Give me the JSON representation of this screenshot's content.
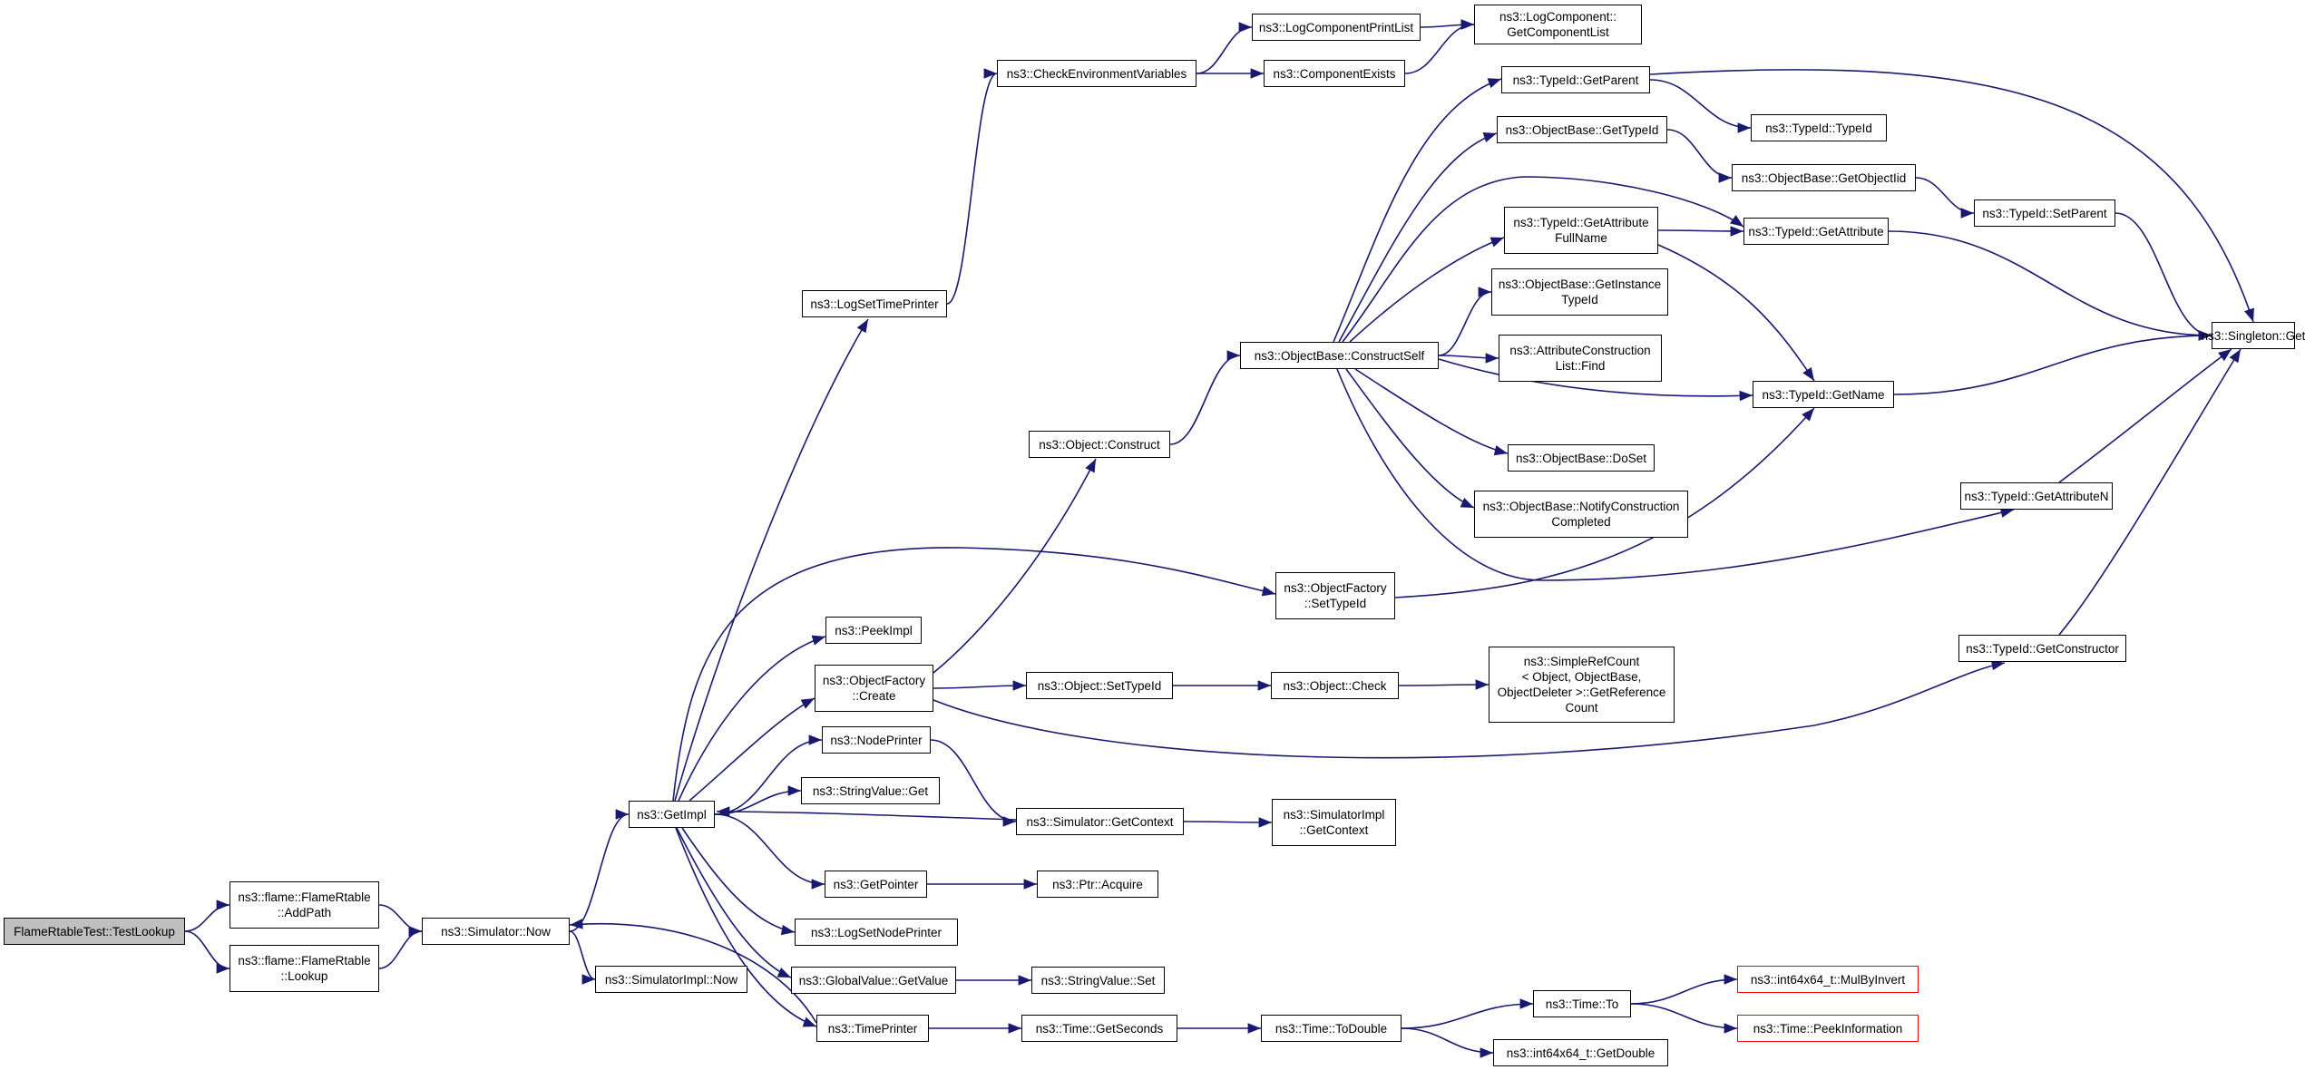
{
  "colors": {
    "edge": "#191970",
    "node_border": "#000000",
    "root_fill": "#bfbfbf",
    "external_border": "#ff0000"
  },
  "nodes": [
    {
      "id": "root",
      "label": "FlameRtableTest::TestLookup",
      "kind": "root"
    },
    {
      "id": "addpath",
      "label": "ns3::flame::FlameRtable\n::AddPath"
    },
    {
      "id": "lookup",
      "label": "ns3::flame::FlameRtable\n::Lookup"
    },
    {
      "id": "simnow",
      "label": "ns3::Simulator::Now"
    },
    {
      "id": "simimplnow",
      "label": "ns3::SimulatorImpl::Now"
    },
    {
      "id": "getimpl",
      "label": "ns3::GetImpl"
    },
    {
      "id": "logsettp",
      "label": "ns3::LogSetTimePrinter"
    },
    {
      "id": "checkenv",
      "label": "ns3::CheckEnvironmentVariables"
    },
    {
      "id": "logcpl",
      "label": "ns3::LogComponentPrintList"
    },
    {
      "id": "compexists",
      "label": "ns3::ComponentExists"
    },
    {
      "id": "getcomplist",
      "label": "ns3::LogComponent::\nGetComponentList"
    },
    {
      "id": "peekimpl",
      "label": "ns3::PeekImpl"
    },
    {
      "id": "ofcreate",
      "label": "ns3::ObjectFactory\n::Create"
    },
    {
      "id": "nodeprinter",
      "label": "ns3::NodePrinter"
    },
    {
      "id": "strvalget",
      "label": "ns3::StringValue::Get"
    },
    {
      "id": "getpointer",
      "label": "ns3::GetPointer"
    },
    {
      "id": "logsetnp",
      "label": "ns3::LogSetNodePrinter"
    },
    {
      "id": "gvgetvalue",
      "label": "ns3::GlobalValue::GetValue"
    },
    {
      "id": "timeprinter",
      "label": "ns3::TimePrinter"
    },
    {
      "id": "objconstruct",
      "label": "ns3::Object::Construct"
    },
    {
      "id": "objsettypeid",
      "label": "ns3::Object::SetTypeId"
    },
    {
      "id": "simgetctx",
      "label": "ns3::Simulator::GetContext"
    },
    {
      "id": "ptracquire",
      "label": "ns3::Ptr::Acquire"
    },
    {
      "id": "strvalset",
      "label": "ns3::StringValue::Set"
    },
    {
      "id": "timegetsec",
      "label": "ns3::Time::GetSeconds"
    },
    {
      "id": "obconstructself",
      "label": "ns3::ObjectBase::ConstructSelf"
    },
    {
      "id": "ofsettypeid",
      "label": "ns3::ObjectFactory\n::SetTypeId"
    },
    {
      "id": "objcheck",
      "label": "ns3::Object::Check"
    },
    {
      "id": "simimplgetctx",
      "label": "ns3::SimulatorImpl\n::GetContext"
    },
    {
      "id": "timetodouble",
      "label": "ns3::Time::ToDouble"
    },
    {
      "id": "tidgetparent",
      "label": "ns3::TypeId::GetParent"
    },
    {
      "id": "obgettypeid",
      "label": "ns3::ObjectBase::GetTypeId"
    },
    {
      "id": "tidgetattrfull",
      "label": "ns3::TypeId::GetAttribute\nFullName"
    },
    {
      "id": "obgetinstance",
      "label": "ns3::ObjectBase::GetInstance\nTypeId"
    },
    {
      "id": "acfind",
      "label": "ns3::AttributeConstruction\nList::Find"
    },
    {
      "id": "obdoset",
      "label": "ns3::ObjectBase::DoSet"
    },
    {
      "id": "obnotify",
      "label": "ns3::ObjectBase::NotifyConstruction\nCompleted"
    },
    {
      "id": "simplerefcount",
      "label": "ns3::SimpleRefCount\n< Object, ObjectBase,\n ObjectDeleter >::GetReference\nCount"
    },
    {
      "id": "timeto",
      "label": "ns3::Time::To"
    },
    {
      "id": "i64getdouble",
      "label": "ns3::int64x64_t::GetDouble"
    },
    {
      "id": "tidtypeid",
      "label": "ns3::TypeId::TypeId"
    },
    {
      "id": "obgetobjectiid",
      "label": "ns3::ObjectBase::GetObjectIid"
    },
    {
      "id": "tidgetattr",
      "label": "ns3::TypeId::GetAttribute"
    },
    {
      "id": "tidgetname",
      "label": "ns3::TypeId::GetName"
    },
    {
      "id": "tidgetattrn",
      "label": "ns3::TypeId::GetAttributeN"
    },
    {
      "id": "tidgetctor",
      "label": "ns3::TypeId::GetConstructor"
    },
    {
      "id": "i64mulbyinvert",
      "label": "ns3::int64x64_t::MulByInvert",
      "kind": "external"
    },
    {
      "id": "timepeekinfo",
      "label": "ns3::Time::PeekInformation",
      "kind": "external"
    },
    {
      "id": "tidsetparent",
      "label": "ns3::TypeId::SetParent"
    },
    {
      "id": "singletonget",
      "label": "ns3::Singleton::Get"
    }
  ],
  "edges": [
    [
      "root",
      "addpath"
    ],
    [
      "root",
      "lookup"
    ],
    [
      "addpath",
      "simnow"
    ],
    [
      "lookup",
      "simnow"
    ],
    [
      "simnow",
      "getimpl"
    ],
    [
      "simnow",
      "simimplnow"
    ],
    [
      "getimpl",
      "logsettp"
    ],
    [
      "getimpl",
      "peekimpl"
    ],
    [
      "getimpl",
      "ofcreate"
    ],
    [
      "getimpl",
      "nodeprinter"
    ],
    [
      "getimpl",
      "strvalget"
    ],
    [
      "getimpl",
      "getpointer"
    ],
    [
      "getimpl",
      "logsetnp"
    ],
    [
      "getimpl",
      "gvgetvalue"
    ],
    [
      "getimpl",
      "timeprinter"
    ],
    [
      "getimpl",
      "ofsettypeid"
    ],
    [
      "logsettp",
      "checkenv"
    ],
    [
      "checkenv",
      "logcpl"
    ],
    [
      "checkenv",
      "compexists"
    ],
    [
      "logcpl",
      "getcomplist"
    ],
    [
      "compexists",
      "getcomplist"
    ],
    [
      "ofcreate",
      "objconstruct"
    ],
    [
      "ofcreate",
      "objsettypeid"
    ],
    [
      "ofcreate",
      "tidgetctor"
    ],
    [
      "nodeprinter",
      "simgetctx"
    ],
    [
      "simgetctx",
      "getimpl"
    ],
    [
      "simgetctx",
      "simimplgetctx"
    ],
    [
      "getpointer",
      "ptracquire"
    ],
    [
      "gvgetvalue",
      "strvalset"
    ],
    [
      "timeprinter",
      "simnow"
    ],
    [
      "timeprinter",
      "timegetsec"
    ],
    [
      "objconstruct",
      "obconstructself"
    ],
    [
      "objsettypeid",
      "objcheck"
    ],
    [
      "objcheck",
      "simplerefcount"
    ],
    [
      "timegetsec",
      "timetodouble"
    ],
    [
      "timetodouble",
      "timeto"
    ],
    [
      "timetodouble",
      "i64getdouble"
    ],
    [
      "timeto",
      "i64mulbyinvert"
    ],
    [
      "timeto",
      "timepeekinfo"
    ],
    [
      "obconstructself",
      "tidgetparent"
    ],
    [
      "obconstructself",
      "obgettypeid"
    ],
    [
      "obconstructself",
      "tidgetattr"
    ],
    [
      "obconstructself",
      "tidgetattrfull"
    ],
    [
      "obconstructself",
      "obgetinstance"
    ],
    [
      "obconstructself",
      "acfind"
    ],
    [
      "obconstructself",
      "tidgetname"
    ],
    [
      "obconstructself",
      "obdoset"
    ],
    [
      "obconstructself",
      "obnotify"
    ],
    [
      "obconstructself",
      "tidgetattrn"
    ],
    [
      "tidgetparent",
      "tidtypeid"
    ],
    [
      "tidgetparent",
      "singletonget"
    ],
    [
      "obgettypeid",
      "obgetobjectiid"
    ],
    [
      "obgetobjectiid",
      "tidsetparent"
    ],
    [
      "tidsetparent",
      "singletonget"
    ],
    [
      "tidgetattrfull",
      "tidgetattr"
    ],
    [
      "tidgetattrfull",
      "tidgetname"
    ],
    [
      "tidgetattr",
      "singletonget"
    ],
    [
      "tidgetname",
      "singletonget"
    ],
    [
      "tidgetattrn",
      "singletonget"
    ],
    [
      "tidgetctor",
      "singletonget"
    ],
    [
      "ofsettypeid",
      "tidgetname"
    ]
  ]
}
